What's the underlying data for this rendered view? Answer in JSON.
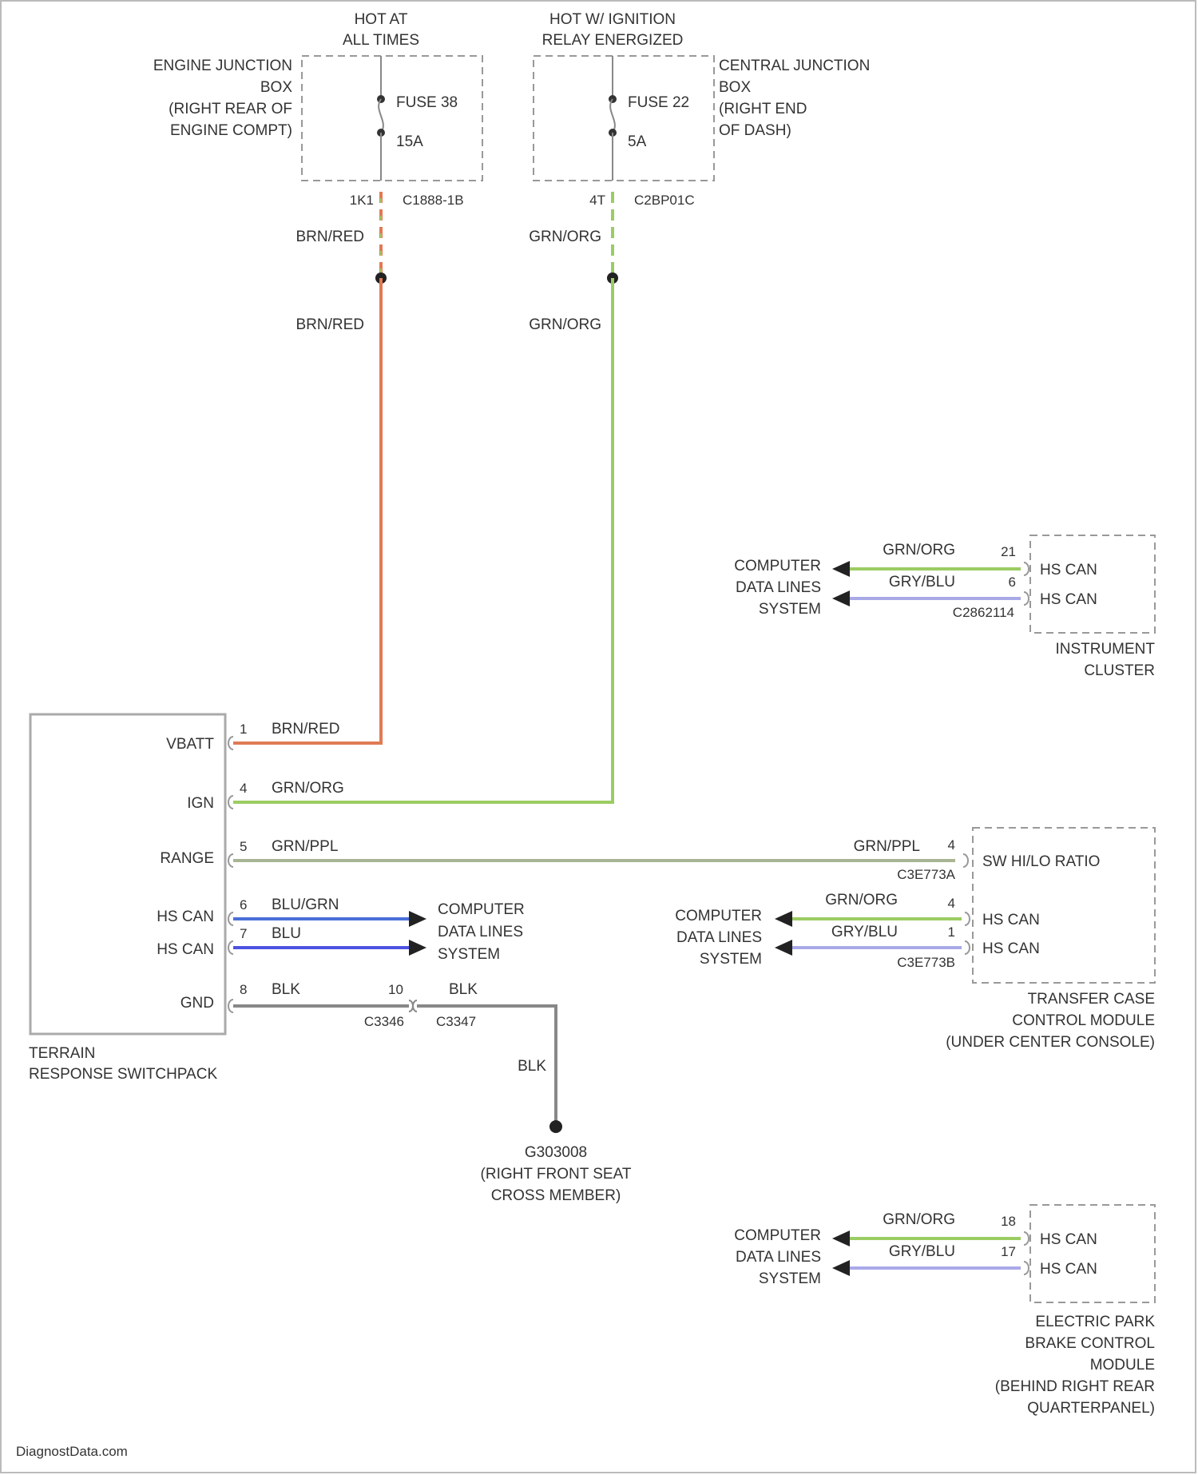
{
  "diagram": {
    "power": {
      "hot_at_all_times": [
        "HOT AT",
        "ALL TIMES"
      ],
      "hot_ignition": [
        "HOT W/ IGNITION",
        "RELAY ENERGIZED"
      ],
      "engine_junction_box": [
        "ENGINE JUNCTION",
        "BOX",
        "(RIGHT REAR OF",
        "ENGINE COMPT)"
      ],
      "central_junction_box": [
        "CENTRAL JUNCTION",
        "BOX",
        "(RIGHT END",
        "OF DASH)"
      ],
      "fuse_left": "FUSE 38",
      "fuse_left_rating": "15A",
      "fuse_right": "FUSE 22",
      "fuse_right_rating": "5A",
      "pin_left": "1K1",
      "connector_left": "C1888-1B",
      "pin_right": "4T",
      "connector_right": "C2BP01C"
    },
    "wires": {
      "brn_red": "BRN/RED",
      "grn_org": "GRN/ORG",
      "grn_ppl": "GRN/PPL",
      "blu_grn": "BLU/GRN",
      "blu": "BLU",
      "blk": "BLK",
      "gry_blu": "GRY/BLU"
    },
    "switchpack": {
      "name": [
        "TERRAIN",
        "RESPONSE SWITCHPACK"
      ],
      "pins": [
        {
          "num": "1",
          "label": "VBATT"
        },
        {
          "num": "4",
          "label": "IGN"
        },
        {
          "num": "5",
          "label": "RANGE"
        },
        {
          "num": "6",
          "label": "HS CAN"
        },
        {
          "num": "7",
          "label": "HS CAN"
        },
        {
          "num": "8",
          "label": "GND"
        }
      ]
    },
    "cdl_system": [
      "COMPUTER",
      "DATA LINES",
      "SYSTEM"
    ],
    "instrument_cluster": {
      "name": [
        "INSTRUMENT",
        "CLUSTER"
      ],
      "connector": "C2862114",
      "pins": [
        {
          "num": "21",
          "label": "HS CAN"
        },
        {
          "num": "6",
          "label": "HS CAN"
        }
      ]
    },
    "transfer_case": {
      "name": [
        "TRANSFER CASE",
        "CONTROL MODULE",
        "(UNDER CENTER CONSOLE)"
      ],
      "connector_a": "C3E773A",
      "connector_b": "C3E773B",
      "pins": [
        {
          "num": "4",
          "label": "SW HI/LO RATIO"
        },
        {
          "num": "4",
          "label": "HS CAN"
        },
        {
          "num": "1",
          "label": "HS CAN"
        }
      ]
    },
    "parking_brake": {
      "name": [
        "ELECTRIC PARK",
        "BRAKE CONTROL",
        "MODULE",
        "(BEHIND RIGHT REAR",
        "QUARTERPANEL)"
      ],
      "pins": [
        {
          "num": "18",
          "label": "HS CAN"
        },
        {
          "num": "17",
          "label": "HS CAN"
        }
      ]
    },
    "ground": {
      "pin_left": "10",
      "connector_left": "C3346",
      "connector_right": "C3347",
      "name": "G303008",
      "location": [
        "(RIGHT FRONT SEAT",
        "CROSS MEMBER)"
      ]
    },
    "watermark": "DiagnostData.com",
    "colors": {
      "brn_red": "#e07a55",
      "grn_org": "#9bcc63",
      "grn_ppl": "#a8b594",
      "blu_grn": "#4a6fd8",
      "blu": "#4d52e0",
      "gry_blu": "#a9a9e8",
      "blk": "#888888"
    }
  }
}
